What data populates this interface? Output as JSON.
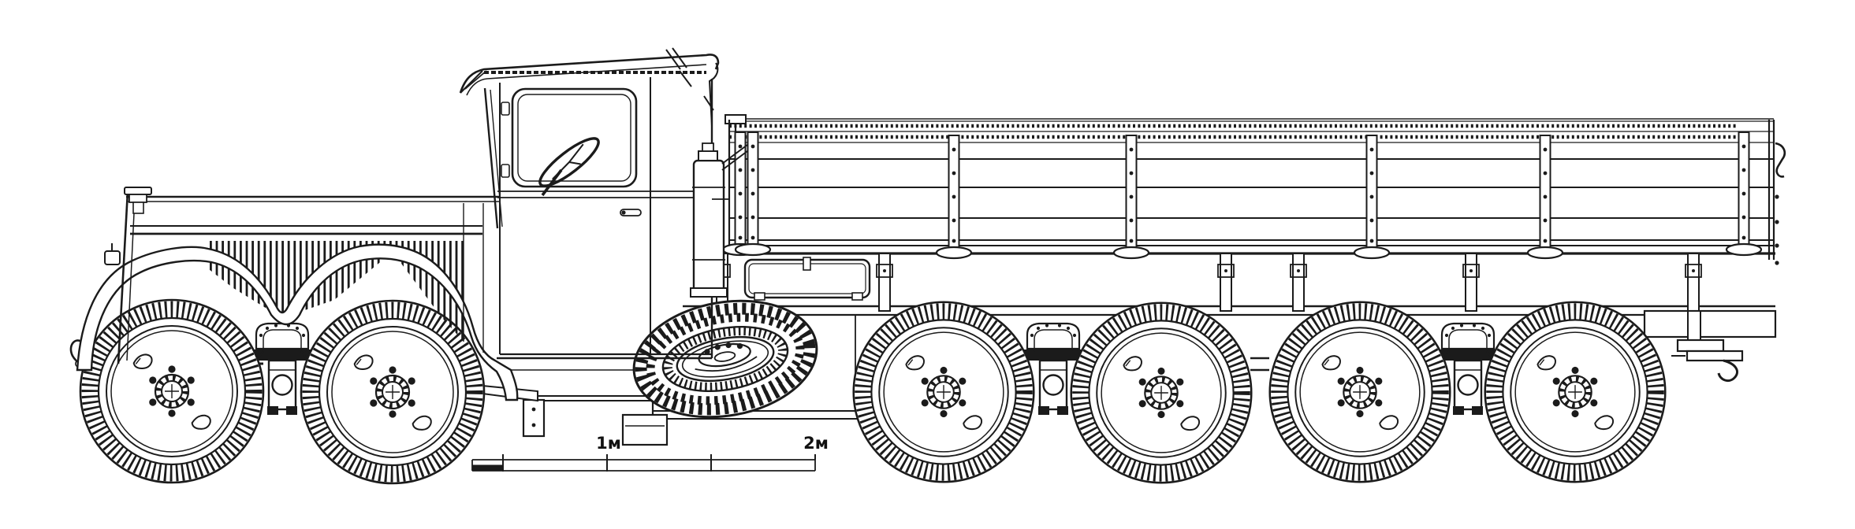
{
  "page": {
    "background_color": "#ffffff",
    "ink_color": "#1b1b1b",
    "drawing_kind": "side-view technical drawing of a multi-axle flatbed truck"
  },
  "scale_bar": {
    "label_1m": "1м",
    "label_2m": "2м"
  }
}
